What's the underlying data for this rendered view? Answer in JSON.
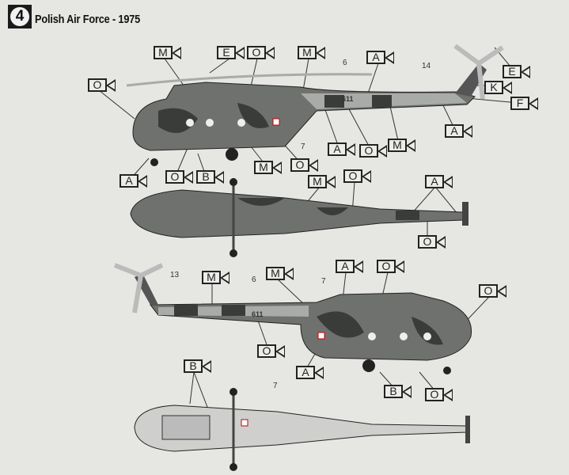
{
  "header": {
    "number": "4",
    "title": "Polish Air Force - 1975"
  },
  "colors": {
    "paper": "#e6e6e3",
    "camo_dark": "#3a3c3a",
    "camo_mid": "#6f716f",
    "camo_light": "#a9aba8",
    "ink": "#222222"
  },
  "side_view_left": {
    "tags": [
      "M",
      "E",
      "O",
      "M",
      "O",
      "A",
      "E",
      "K",
      "F",
      "A",
      "A",
      "O",
      "M",
      "O",
      "M",
      "A",
      "O",
      "B"
    ],
    "numbers": [
      "6",
      "14",
      "7"
    ],
    "serial": "611"
  },
  "top_view_1": {
    "tags": [
      "M",
      "O",
      "A",
      "O"
    ]
  },
  "side_view_right": {
    "tags": [
      "M",
      "M",
      "A",
      "O",
      "O",
      "O",
      "A",
      "B",
      "O"
    ],
    "numbers": [
      "13",
      "6",
      "7"
    ],
    "serial": "611"
  },
  "bottom_view": {
    "tags": [
      "B"
    ],
    "numbers": [
      "7"
    ]
  }
}
